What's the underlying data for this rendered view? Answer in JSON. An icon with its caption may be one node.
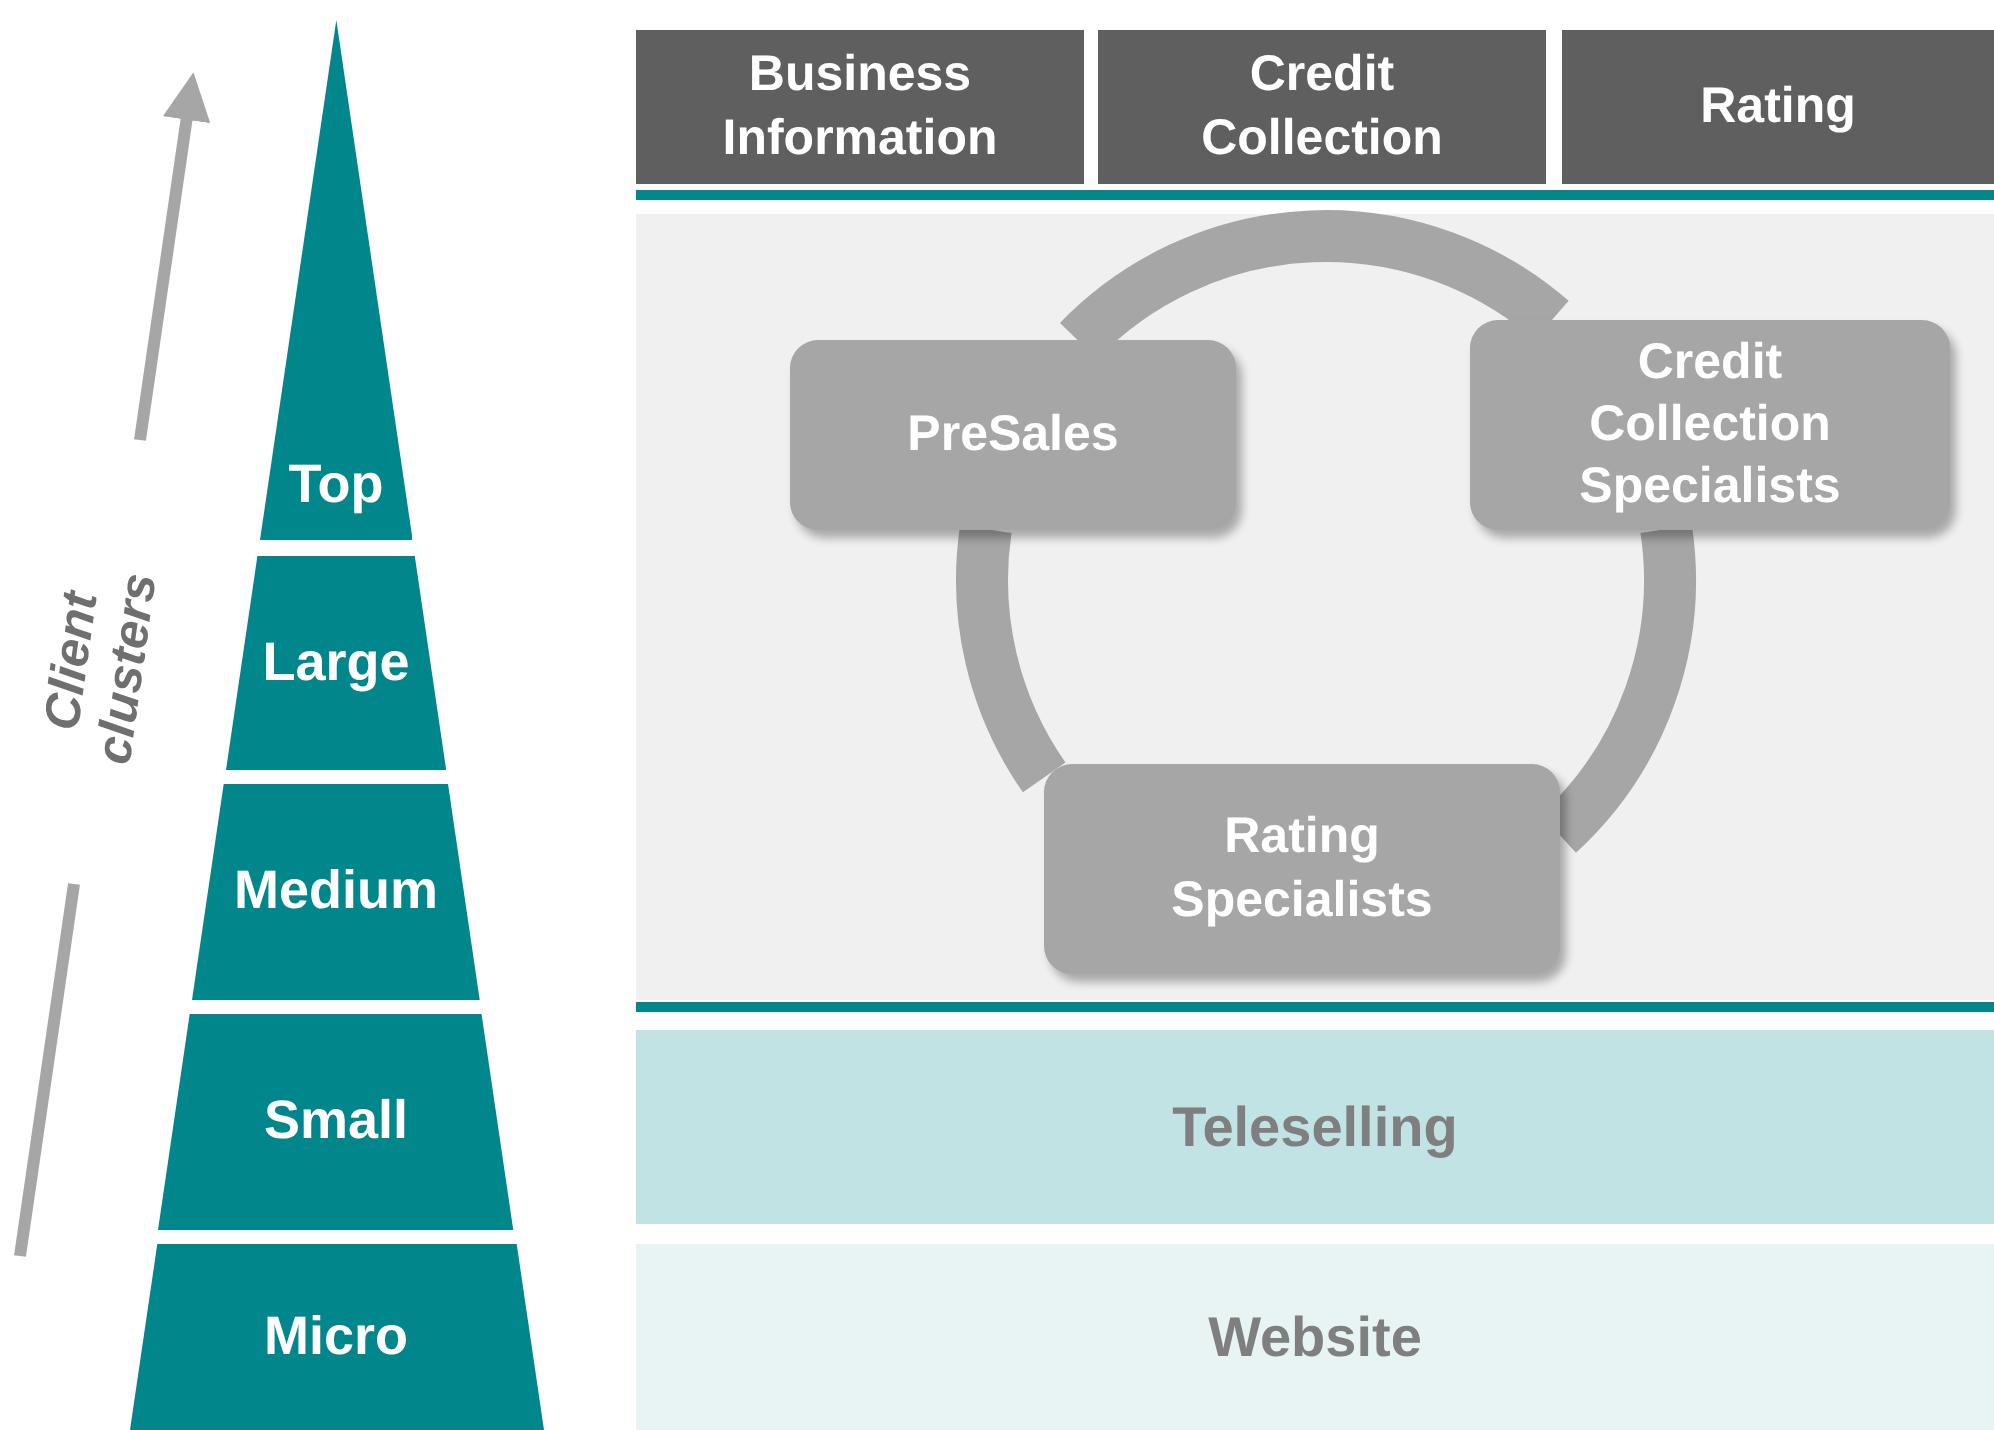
{
  "diagram": {
    "nodes": [
      {
        "text": [
          "Top"
        ]
      },
      {
        "text": [
          "Large"
        ]
      },
      {
        "text": [
          "Medium"
        ]
      },
      {
        "text": [
          "Small"
        ]
      },
      {
        "text": [
          "Micro"
        ]
      },
      {
        "text": [
          "Business Information"
        ]
      },
      {
        "text": [
          "Credit Collection"
        ]
      },
      {
        "text": [
          "Rating"
        ]
      },
      {
        "text": [],
        "shape": "box"
      },
      {
        "text": [
          "PreSales"
        ],
        "in": 8
      },
      {
        "text": [
          "Credit Collection Specialists"
        ],
        "in": 8
      },
      {
        "text": [
          "Rating Specialists"
        ],
        "in": 8
      },
      {
        "text": [
          "Teleselling"
        ]
      },
      {
        "text": [
          "Website"
        ]
      }
    ],
    "edges": [
      {
        "from": 9,
        "to": 10,
        "arrow": "none"
      },
      {
        "from": 10,
        "to": 11,
        "arrow": "none"
      },
      {
        "from": 11,
        "to": 9,
        "arrow": "none"
      }
    ],
    "labels": [
      "Client clusters"
    ]
  }
}
